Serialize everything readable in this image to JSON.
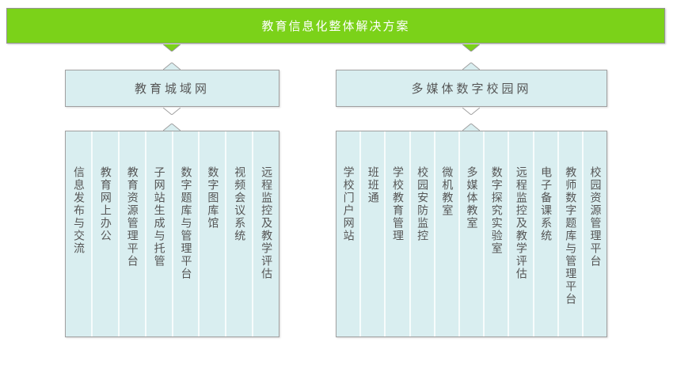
{
  "title": "教育信息化整体解决方案",
  "colors": {
    "banner_green": "#7bd219",
    "box_fill_blue": "#d9eef0",
    "box_border_gray": "#a0a0a0",
    "text_gray": "#565656",
    "banner_text_white": "#ffffff",
    "column_separator": "#f7fcfc"
  },
  "branches": [
    {
      "label": "教育城域网",
      "items": [
        "信息发布与交流",
        "教育网上办公",
        "教育资源管理平台",
        "子网站生成与托管",
        "数字题库与管理平台",
        "数字图库馆",
        "视频会议系统",
        "远程监控及教学评估"
      ]
    },
    {
      "label": "多媒体数字校园网",
      "items": [
        "学校门户网站",
        "班班通",
        "学校教育管理",
        "校园安防监控",
        "微机教室",
        "多媒体教室",
        "数字探究实验室",
        "远程监控及教学评估",
        "电子备课系统",
        "教师数字题库与管理平台",
        "校园资源管理平台"
      ]
    }
  ]
}
